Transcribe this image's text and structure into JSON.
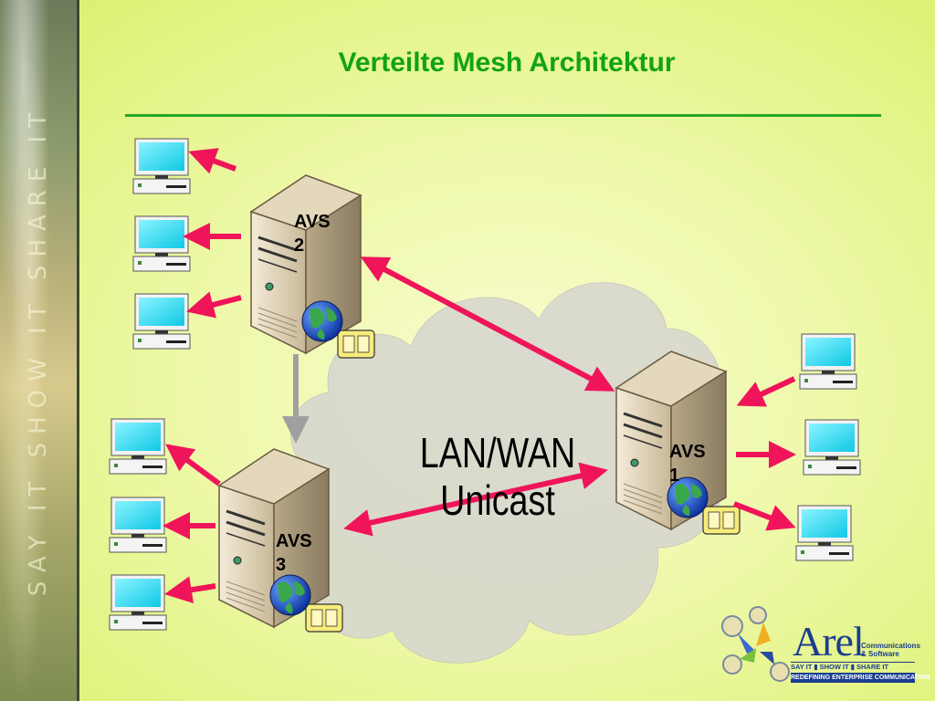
{
  "slide": {
    "title": "Verteilte Mesh Architektur",
    "side_slogan": "SAY IT  SHOW IT  SHARE IT"
  },
  "network": {
    "cloud_label_line1": "LAN/WAN",
    "cloud_label_line2": "Unicast"
  },
  "servers": [
    {
      "id": "avs2",
      "line1": "AVS",
      "line2": "2"
    },
    {
      "id": "avs1",
      "line1": "AVS",
      "line2": "1"
    },
    {
      "id": "avs3",
      "line1": "AVS",
      "line2": "3"
    }
  ],
  "logo": {
    "name": "Arel",
    "sub_line1": "Communications",
    "sub_line2": "& Software",
    "slogan": "SAY IT ▮ SHOW IT ▮ SHARE IT",
    "tagline": "REDEFINING ENTERPRISE COMMUNICATION"
  },
  "colors": {
    "arrow": "#f0145a",
    "title": "#12a312",
    "monitor_screen": "#22d8f0",
    "cloud": "#d8d7cf"
  }
}
